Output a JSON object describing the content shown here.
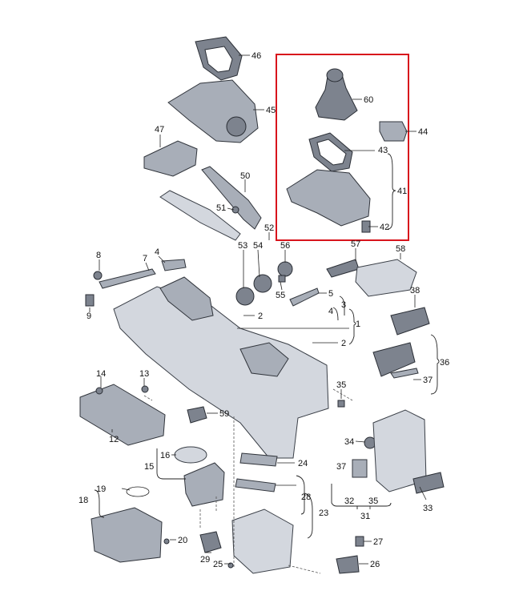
{
  "labels": {
    "l1": "1",
    "l2a": "2",
    "l2b": "2",
    "l3": "3",
    "l4a": "4",
    "l4b": "4",
    "l5": "5",
    "l7": "7",
    "l8": "8",
    "l9": "9",
    "l12": "12",
    "l13": "13",
    "l14": "14",
    "l15": "15",
    "l16": "16",
    "l18": "18",
    "l19": "19",
    "l20": "20",
    "l23": "23",
    "l24": "24",
    "l25": "25",
    "l26": "26",
    "l27": "27",
    "l28": "28",
    "l29": "29",
    "l31": "31",
    "l32": "32",
    "l33": "33",
    "l34": "34",
    "l35a": "35",
    "l35b": "35",
    "l36": "36",
    "l37a": "37",
    "l37b": "37",
    "l38": "38",
    "l41": "41",
    "l42": "42",
    "l43": "43",
    "l44": "44",
    "l45": "45",
    "l46": "46",
    "l47": "47",
    "l50": "50",
    "l51": "51",
    "l52": "52",
    "l53": "53",
    "l54": "54",
    "l55": "55",
    "l56": "56",
    "l57": "57",
    "l58": "58",
    "l59": "59",
    "l60": "60"
  },
  "highlight_color": "#d8141c"
}
